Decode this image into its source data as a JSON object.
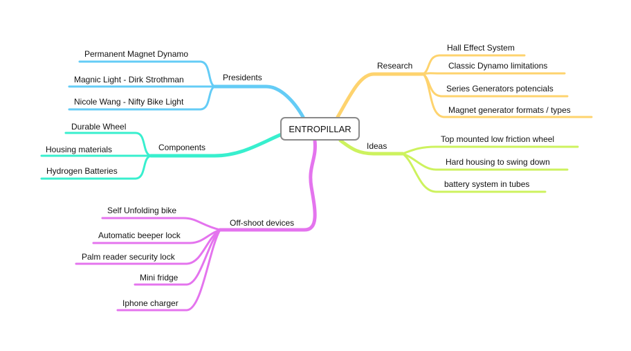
{
  "root": {
    "label": "ENTROPILLAR"
  },
  "colors": {
    "presidents": "#64ccf6",
    "components": "#38efce",
    "offshoot": "#e474ee",
    "research": "#fed36e",
    "ideas": "#cdf25e"
  },
  "branches": {
    "presidents": {
      "label": "Presidents",
      "children": [
        "Permanent Magnet Dynamo",
        "Magnic Light - Dirk Strothman",
        "Nicole Wang - Nifty Bike Light"
      ]
    },
    "components": {
      "label": "Components",
      "children": [
        "Durable Wheel",
        "Housing materials",
        "Hydrogen Batteries"
      ]
    },
    "offshoot": {
      "label": "Off-shoot devices",
      "children": [
        "Self Unfolding bike",
        "Automatic beeper lock",
        "Palm reader security lock",
        "Mini fridge",
        "Iphone charger"
      ]
    },
    "research": {
      "label": "Research",
      "children": [
        "Hall Effect System",
        "Classic Dynamo limitations",
        "Series Generators potencials",
        "Magnet generator formats / types"
      ]
    },
    "ideas": {
      "label": "Ideas",
      "children": [
        "Top mounted low friction wheel",
        "Hard housing to swing down",
        "battery system in tubes"
      ]
    }
  }
}
